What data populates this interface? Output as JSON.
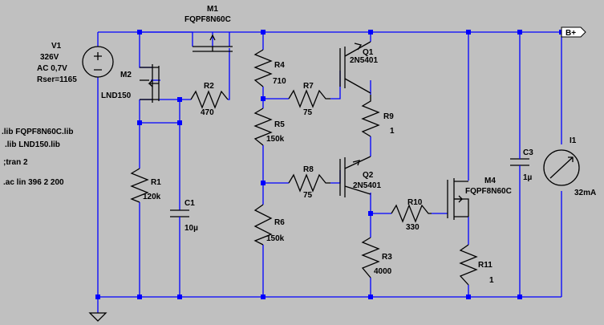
{
  "components": {
    "V1": {
      "name": "V1",
      "value": "326V",
      "ac": "AC 0,7V",
      "rser": "Rser=1165"
    },
    "M1": {
      "name": "M1",
      "model": "FQPF8N60C"
    },
    "M2": {
      "name": "M2",
      "model": "LND150"
    },
    "M4": {
      "name": "M4",
      "model": "FQPF8N60C"
    },
    "Q1": {
      "name": "Q1",
      "model": "2N5401"
    },
    "Q2": {
      "name": "Q2",
      "model": "2N5401"
    },
    "R1": {
      "name": "R1",
      "value": "120k"
    },
    "R2": {
      "name": "R2",
      "value": "470"
    },
    "R3": {
      "name": "R3",
      "value": "4000"
    },
    "R4": {
      "name": "R4",
      "value": "710"
    },
    "R5": {
      "name": "R5",
      "value": "150k"
    },
    "R6": {
      "name": "R6",
      "value": "150k"
    },
    "R7": {
      "name": "R7",
      "value": "75"
    },
    "R8": {
      "name": "R8",
      "value": "75"
    },
    "R9": {
      "name": "R9",
      "value": "1"
    },
    "R10": {
      "name": "R10",
      "value": "330"
    },
    "R11": {
      "name": "R11",
      "value": "1"
    },
    "C1": {
      "name": "C1",
      "value": "10µ"
    },
    "C3": {
      "name": "C3",
      "value": "1µ"
    },
    "I1": {
      "name": "I1",
      "value": "32mA"
    }
  },
  "net_label": "B+",
  "directives": [
    ".lib FQPF8N60C.lib",
    ".lib LND150.lib",
    ";tran 2",
    ".ac lin 396 2 200"
  ],
  "colors": {
    "background": "#c0c0c0",
    "wire": "#0000ff",
    "component": "#000000"
  }
}
